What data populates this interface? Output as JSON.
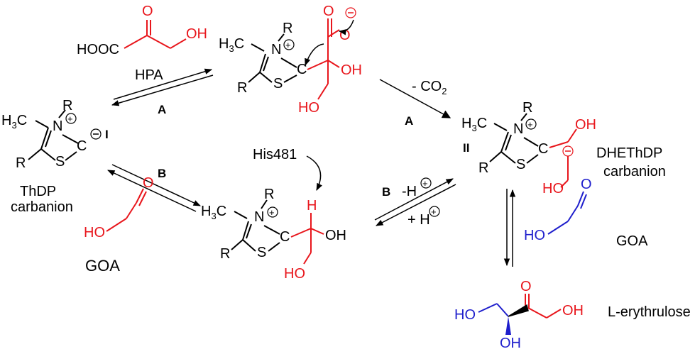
{
  "colors": {
    "black": "#000000",
    "red": "#e8161c",
    "blue": "#1e1ecc"
  },
  "compounds": {
    "hpa": {
      "formula_left": "HOOC",
      "oxo": "O",
      "hydroxyl": "OH",
      "label": "HPA"
    },
    "thdp": {
      "methyl": "H",
      "methyl_sub": "3",
      "methyl_c": "C",
      "n": "N",
      "r_top": "R",
      "c": "C",
      "s": "S",
      "r_bottom": "R",
      "roman": "I",
      "label_line1": "ThDP",
      "label_line2": "carbanion"
    },
    "adduct1": {
      "methyl": "H",
      "methyl_sub": "3",
      "methyl_c": "C",
      "n": "N",
      "r_top": "R",
      "c": "C",
      "s": "S",
      "r_bottom": "R",
      "carboxylate_o": "O",
      "carbonyl_o": "O",
      "hydroxyl": "OH",
      "ho": "HO"
    },
    "goa_left": {
      "ho": "HO",
      "o": "O",
      "label": "GOA"
    },
    "his": {
      "label": "His481"
    },
    "adduct2": {
      "methyl": "H",
      "methyl_sub": "3",
      "methyl_c": "C",
      "n": "N",
      "r_top": "R",
      "c": "C",
      "s": "S",
      "r_bottom": "R",
      "h": "H",
      "hydroxyl": "OH",
      "ho": "HO"
    },
    "dhethdp": {
      "methyl": "H",
      "methyl_sub": "3",
      "methyl_c": "C",
      "n": "N",
      "r_top": "R",
      "c": "C",
      "s": "S",
      "r_bottom": "R",
      "roman": "II",
      "hydroxyl": "OH",
      "ho": "HO",
      "label_line1": "DHEThDP",
      "label_line2": "carbanion"
    },
    "goa_right": {
      "ho": "HO",
      "o": "O",
      "label": "GOA"
    },
    "erythrulose": {
      "o": "O",
      "ho": "HO",
      "oh_bottom": "OH",
      "oh_right": "OH",
      "label": "L-erythrulose"
    }
  },
  "arrows": {
    "path_a_top": "A",
    "path_a_right": "A",
    "path_b_left": "B",
    "path_b_right": "B",
    "decarboxylation": "- CO",
    "decarboxylation_sub": "2",
    "deprotonation": "-H",
    "protonation": "+ H"
  }
}
